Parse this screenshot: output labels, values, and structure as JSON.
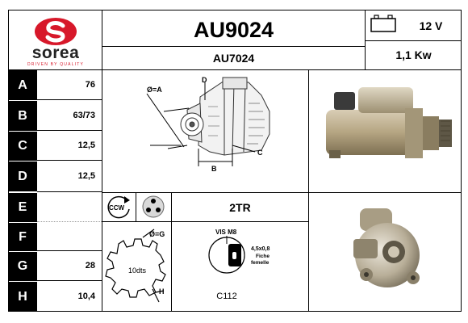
{
  "brand": {
    "name": "sorea",
    "tagline": "DRIVEN BY QUALITY",
    "logo_color": "#d7182a"
  },
  "header": {
    "code_main": "AU9024",
    "code_sub": "AU7024",
    "voltage": "12 V",
    "power": "1,1 Kw"
  },
  "rows": [
    {
      "label": "A",
      "value": "76"
    },
    {
      "label": "B",
      "value": "63/73"
    },
    {
      "label": "C",
      "value": "12,5"
    },
    {
      "label": "D",
      "value": "12,5"
    },
    {
      "label": "E",
      "value": ""
    },
    {
      "label": "F",
      "value": ""
    },
    {
      "label": "G",
      "value": "28"
    },
    {
      "label": "H",
      "value": "10,4"
    }
  ],
  "diagram": {
    "label_phi_a": "Ø=A",
    "label_d": "D",
    "label_c": "C",
    "label_b": "B"
  },
  "rotation": {
    "direction": "CCW"
  },
  "mount": {
    "code": "2TR"
  },
  "gear": {
    "label_phi_g": "Ø=G",
    "teeth": "10dts",
    "label_h": "H"
  },
  "connector": {
    "screw": "VIS M8",
    "terminal_size": "4,5x0,8",
    "terminal_type_line1": "Fiche",
    "terminal_type_line2": "femelle",
    "code": "C112"
  }
}
